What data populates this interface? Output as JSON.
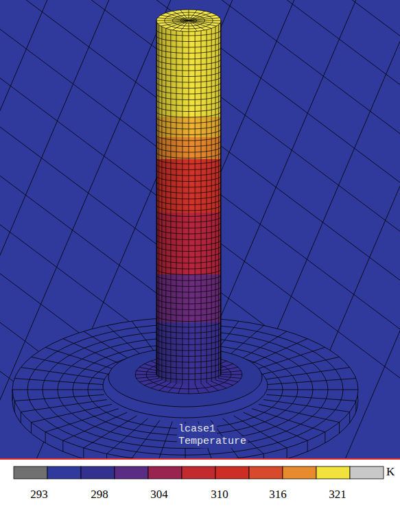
{
  "diagram": {
    "labels": [
      "lcase1",
      "Temperature",
      "293",
      "298",
      "304",
      "310",
      "316",
      "321",
      "K"
    ]
  }
}
